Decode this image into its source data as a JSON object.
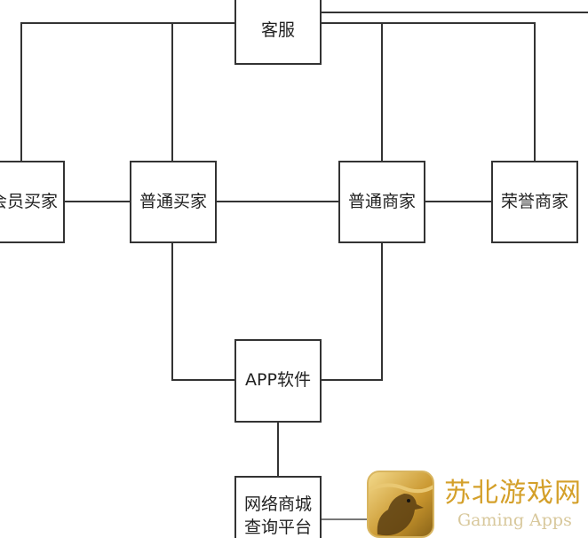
{
  "nodes": {
    "customer_service": "客服",
    "vip_buyer": "会员买家",
    "normal_buyer": "普通买家",
    "normal_merchant": "普通商家",
    "honor_merchant": "荣誉商家",
    "app": "APP软件",
    "query_platform_line1": "网络商城",
    "query_platform_line2": "查询平台"
  },
  "watermark": {
    "title": "苏北游戏网",
    "subtitle": "Gaming Apps"
  },
  "colors": {
    "line": "#333333",
    "brand": "#d4a02a"
  }
}
